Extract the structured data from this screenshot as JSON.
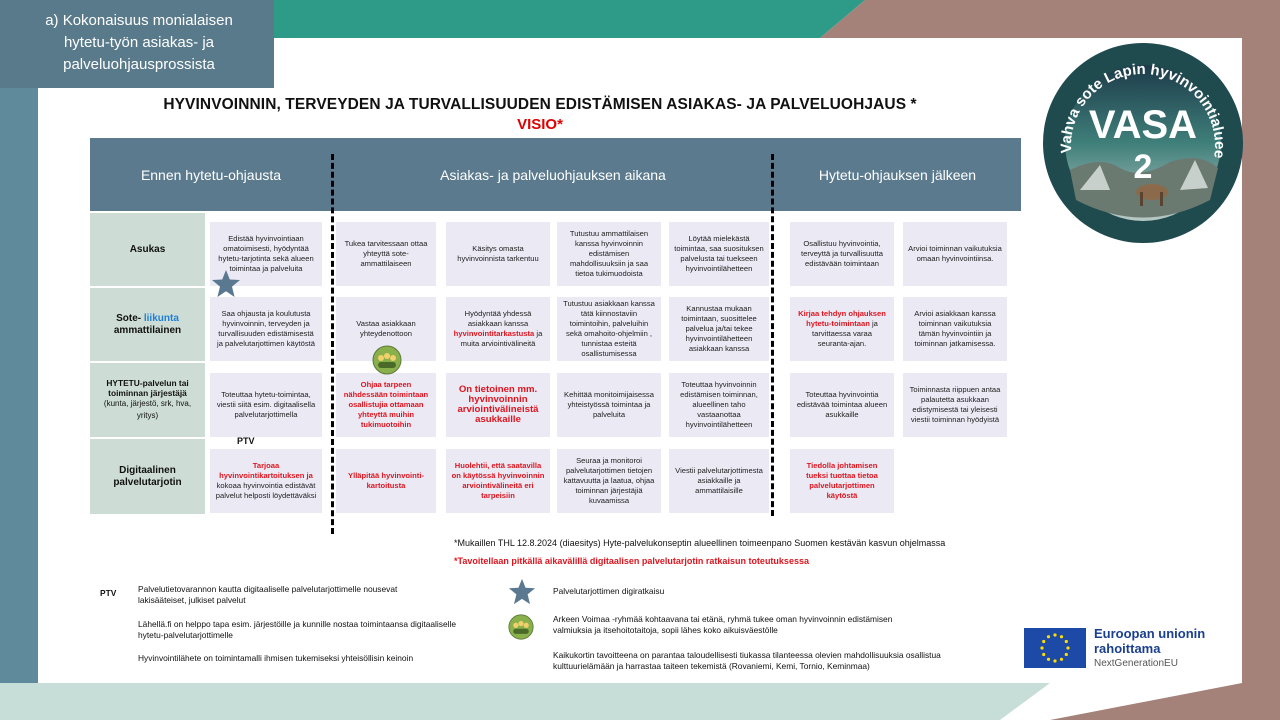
{
  "corner_title": [
    "a) Kokonaisuus monialaisen",
    "hytetu-työn asiakas- ja",
    "palveluohjausprossista"
  ],
  "main_title": "HYVINVOINNIN, TERVEYDEN JA TURVALLISUUDEN EDISTÄMISEN ASIAKAS- JA PALVELUOHJAUS *",
  "visio": "VISIO*",
  "headers": [
    "Ennen hytetu-ohjausta",
    "Asiakas- ja palveluohjauksen aikana",
    "Hytetu-ohjauksen jälkeen"
  ],
  "rows": {
    "asukas": "Asukas",
    "sote_prefix": "Sote-",
    "sote_link": "liikunta",
    "sote_suffix": "ammattilainen",
    "hytetu_main": "HYTETU-palvelun tai toiminnan järjestäjä",
    "hytetu_small": "(kunta, järjestö, srk, hva, yritys)",
    "digi": "Digitaalinen palvelutarjotin"
  },
  "cells": {
    "r1c1": "Edistää hyvinvointiaan omatoimisesti, hyödyntää hytetu-tarjotinta sekä alueen toimintaa ja palveluita",
    "r1c2": "Tukea tarvitessaan ottaa yhteyttä sote-ammattilaiseen",
    "r1c3": "Käsitys omasta hyvinvoinnista tarkentuu",
    "r1c4": "Tutustuu ammattilaisen kanssa hyvinvoinnin edistämisen mahdollisuuksiin ja saa tietoa tukimuodoista",
    "r1c5": "Löytää mielekästä toimintaa, saa suosituksen palvelusta tai tuekseen hyvinvointilähetteen",
    "r1c6": "Osallistuu hyvinvointia, terveyttä ja turvallisuutta edistävään toimintaan",
    "r1c7": "Arvioi toiminnan vaikutuksia omaan hyvinvointiinsa.",
    "r2c1": "Saa ohjausta ja koulutusta hyvinvoinnin, terveyden ja turvallisuuden edistämisestä ja palvelutarjottimen käytöstä",
    "r2c2": "Vastaa asiakkaan yhteydenottoon",
    "r2c3_a": "Hyödyntää yhdessä asiakkaan kanssa",
    "r2c3_red": "hyvinvointitarkastusta",
    "r2c3_b": "ja muita arviointivälineitä",
    "r2c4": "Tutustuu asiakkaan kanssa tätä kiinnostaviin toimintoihin, palveluihin sekä omahoito-ohjelmiin , tunnistaa esteitä osallistumisessa",
    "r2c5": "Kannustaa mukaan toimintaan, suosittelee palvelua ja/tai tekee hyvinvointilähetteen asiakkaan kanssa",
    "r2c6_red": "Kirjaa tehdyn ohjauksen hytetu-toimintaan",
    "r2c6_b": "ja tarvittaessa varaa seuranta-ajan.",
    "r2c7": "Arvioi asiakkaan kanssa toiminnan vaikutuksia tämän hyvinvointiin ja toiminnan jatkamisessa.",
    "r3c1": "Toteuttaa hytetu-toimintaa, viestii siitä esim. digitaalisella palvelutarjottimella",
    "r3c2": "Ohjaa tarpeen nähdessään toimintaan osallistujia ottamaan yhteyttä muihin tukimuotoihin",
    "r3c3": "On tietoinen mm. hyvinvoinnin arviointivälineistä asukkaille",
    "r3c4": "Kehittää monitoimijaisessa yhteistyössä toimintaa ja palveluita",
    "r3c5": "Toteuttaa hyvinvoinnin edistämisen toiminnan, alueellinen taho vastaanottaa hyvinvointilähetteen",
    "r3c6": "Toteuttaa hyvinvointia edistävää toimintaa alueen asukkaille",
    "r3c7": "Toiminnasta riippuen antaa palautetta asukkaan edistymisestä tai yleisesti viestii toiminnan hyödyistä",
    "r4c1_red": "Tarjoaa hyvinvointikartoituksen ja",
    "r4c1_b": "kokoaa hyvinvointia edistävät palvelut helposti löydettäväksi",
    "r4c2": "Ylläpitää hyvinvointi-kartoitusta",
    "r4c3": "Huolehtii, että saatavilla on käytössä hyvinvoinnin arviointivälineitä eri tarpeisiin",
    "r4c4": "Seuraa ja monitoroi palvelutarjottimen tietojen kattavuutta ja laatua, ohjaa toiminnan järjestäjiä kuvaamissa",
    "r4c5": "Viestii palvelutarjottimesta asiakkaille ja ammattilaisille",
    "r4c6": "Tiedolla johtamisen tueksi tuottaa tietoa palvelutarjottimen käytöstä"
  },
  "ptv_label": "PTV",
  "notes": {
    "source": "*Mukaillen THL 12.8.2024 (diaesitys) Hyte-palvelukonseptin alueellinen toimeenpano Suomen kestävän kasvun ohjelmassa",
    "goal": "*Tavoitellaan pitkällä aikavälillä digitaalisen palvelutarjotin ratkaisun toteutuksessa"
  },
  "legend": {
    "ptv_key": "PTV",
    "ptv_text": "Palvelutietovarannon kautta digitaaliselle palvelutarjottimelle nousevat lakisääteiset, julkiset palvelut",
    "lahella": "Lähellä.fi on helppo tapa esim. järjestöille ja kunnille nostaa toimintaansa digitaaliselle hytetu-palvelutarjottimelle",
    "lahete": "Hyvinvointilähete on toimintamalli ihmisen tukemiseksi yhteisöllisin keinoin",
    "star": "Palvelutarjottimen digiratkaisu",
    "arkeen": "Arkeen Voimaa -ryhmää kohtaavana tai etänä, ryhmä tukee oman hyvinvoinnin edistämisen valmiuksia ja itsehoitotaitoja, sopii lähes koko aikuisväestölle",
    "kaikukortti": "Kaikukortin tavoitteena on parantaa taloudellisesti tiukassa tilanteessa olevien mahdollisuuksia osallistua kulttuurielämään ja harrastaa taiteen tekemistä (Rovaniemi, Kemi, Tornio, Keminmaa)"
  },
  "eu": {
    "line1": "Euroopan unionin",
    "line2": "rahoittama",
    "sub": "NextGenerationEU"
  },
  "vasa": {
    "ring": "Vahva sote Lapin hyvinvointialueelle",
    "name": "VASA",
    "number": "2"
  },
  "colors": {
    "header": "#5b7a8d",
    "row_label": "#cdddd5",
    "cell": "#ebe9f4",
    "accent_red": "#e0141e",
    "eu_blue": "#1d49a7"
  }
}
